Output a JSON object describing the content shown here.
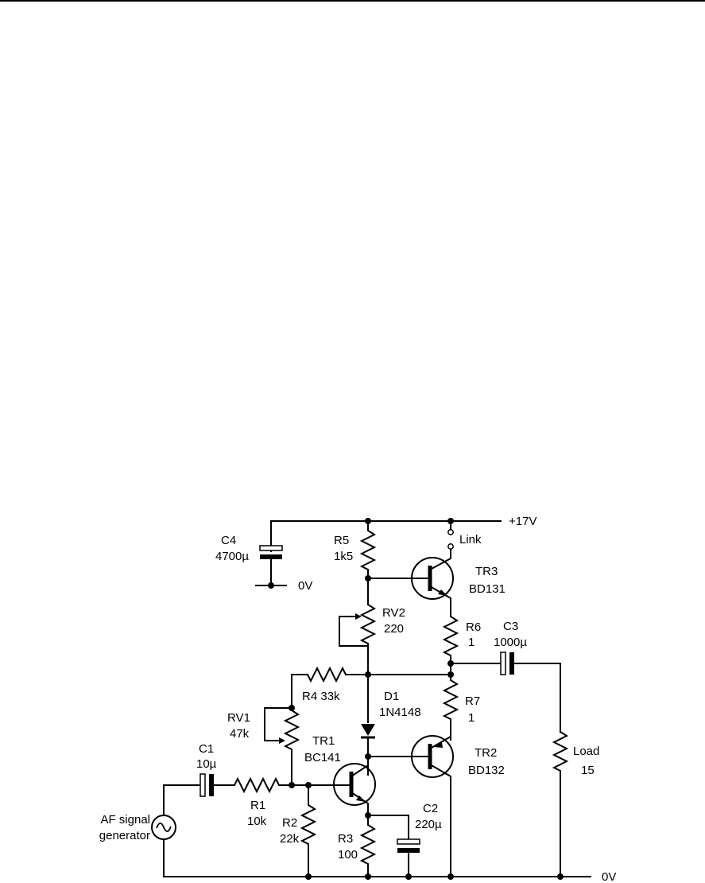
{
  "schematic": {
    "rails": {
      "positive": "+17V",
      "ground": "0V",
      "c4_ground": "0V",
      "link": "Link"
    },
    "components": {
      "C1": {
        "ref": "C1",
        "value": "10µ"
      },
      "C2": {
        "ref": "C2",
        "value": "220µ"
      },
      "C3": {
        "ref": "C3",
        "value": "1000µ"
      },
      "C4": {
        "ref": "C4",
        "value": "4700µ"
      },
      "R1": {
        "ref": "R1",
        "value": "10k"
      },
      "R2": {
        "ref": "R2",
        "value": "22k"
      },
      "R3": {
        "ref": "R3",
        "value": "100"
      },
      "R4": {
        "ref": "R4",
        "value": "33k"
      },
      "R5": {
        "ref": "R5",
        "value": "1k5"
      },
      "R6": {
        "ref": "R6",
        "value": "1"
      },
      "R7": {
        "ref": "R7",
        "value": "1"
      },
      "RV1": {
        "ref": "RV1",
        "value": "47k"
      },
      "RV2": {
        "ref": "RV2",
        "value": "220"
      },
      "D1": {
        "ref": "D1",
        "value": "1N4148"
      },
      "TR1": {
        "ref": "TR1",
        "value": "BC141"
      },
      "TR2": {
        "ref": "TR2",
        "value": "BD132"
      },
      "TR3": {
        "ref": "TR3",
        "value": "BD131"
      },
      "load": {
        "ref": "Load",
        "value": "15"
      },
      "generator": {
        "line1": "AF signal",
        "line2": "generator"
      }
    }
  }
}
